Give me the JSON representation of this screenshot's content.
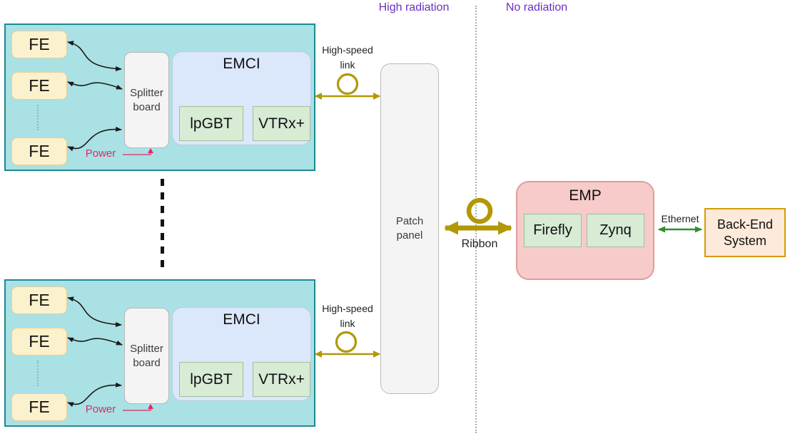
{
  "header": {
    "high_radiation": "High radiation",
    "no_radiation": "No radiation"
  },
  "modules": [
    {
      "fe_labels": [
        "FE",
        "FE",
        "FE"
      ],
      "splitter_label": "Splitter board",
      "emci_label": "EMCI",
      "lpgbt_label": "lpGBT",
      "vtrx_label": "VTRx+",
      "power_label": "Power",
      "high_speed_link_label": "High-speed link"
    },
    {
      "fe_labels": [
        "FE",
        "FE",
        "FE"
      ],
      "splitter_label": "Splitter board",
      "emci_label": "EMCI",
      "lpgbt_label": "lpGBT",
      "vtrx_label": "VTRx+",
      "power_label": "Power",
      "high_speed_link_label": "High-speed link"
    }
  ],
  "patch_panel": {
    "label": "Patch panel"
  },
  "ribbon": {
    "label": "Ribbon"
  },
  "ethernet": {
    "label": "Ethernet"
  },
  "emp": {
    "title": "EMP",
    "firefly_label": "Firefly",
    "zynq_label": "Zynq"
  },
  "backend": {
    "label": "Back-End System"
  },
  "colors": {
    "teal_fill": "#aae1e4",
    "teal_border": "#1d8a93",
    "cream_fill": "#fbf1cd",
    "cream_border": "#e3d09a",
    "blue_fill": "#dbe7fa",
    "blue_border": "#b7cde2",
    "green_fill": "#d7ebd5",
    "green_border": "#9fc294",
    "gray_fill": "#f4f4f4",
    "gray_border": "#b9b9b9",
    "pink_fill": "#f7cbc9",
    "pink_border": "#de9d9a",
    "peach_fill": "#fdeada",
    "peach_border": "#d79b00",
    "gold": "#b29804",
    "green_arrow": "#2e8f2e",
    "purple": "#6a2fc2",
    "power_red": "#e02862"
  }
}
